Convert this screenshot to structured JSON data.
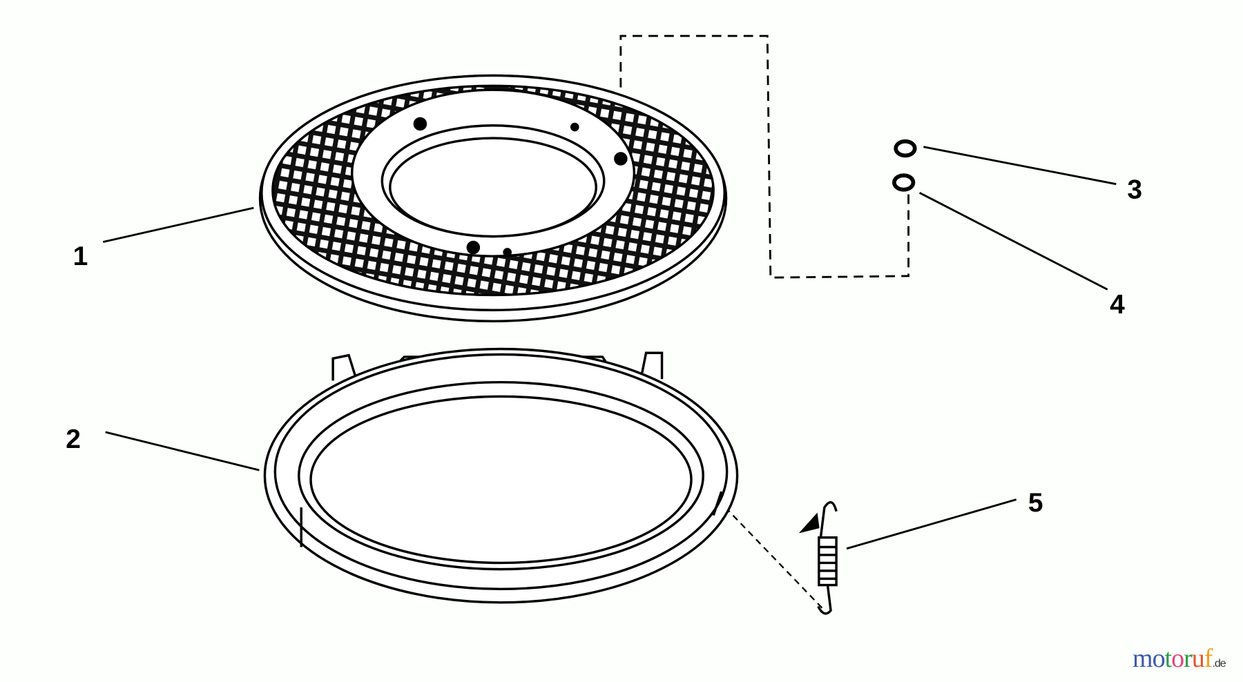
{
  "diagram": {
    "callouts": [
      {
        "id": "1",
        "label": "1",
        "part": "screen"
      },
      {
        "id": "2",
        "label": "2",
        "part": "ring-housing"
      },
      {
        "id": "3",
        "label": "3",
        "part": "nut"
      },
      {
        "id": "4",
        "label": "4",
        "part": "washer"
      },
      {
        "id": "5",
        "label": "5",
        "part": "spring"
      }
    ]
  },
  "watermark": {
    "text": "motoruf",
    "suffix": ".de",
    "colors": [
      "#3b5ba8",
      "#3b5ba8",
      "#2f9a49",
      "#e0457b",
      "#2f9a49",
      "#e2572b",
      "#f0a020",
      "#f0c020"
    ]
  }
}
